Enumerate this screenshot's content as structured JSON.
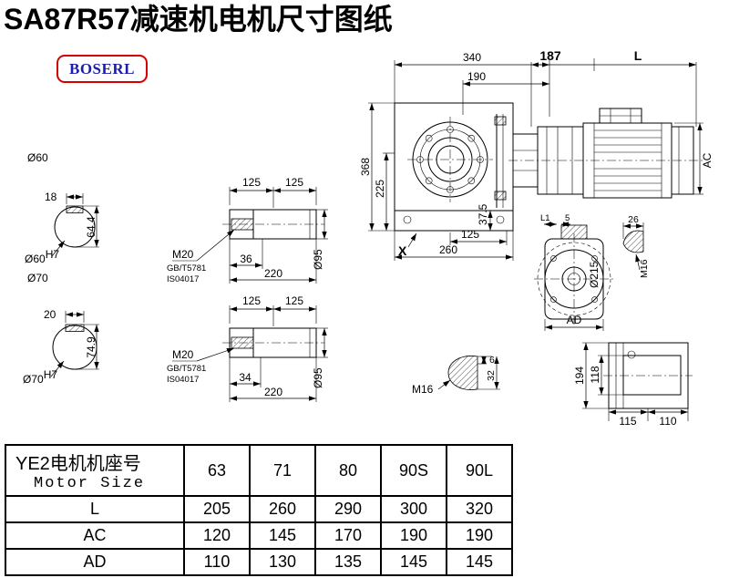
{
  "page": {
    "title": "SA87R57减速机电机尺寸图纸",
    "brand": "BOSERL"
  },
  "colors": {
    "title": "#000000",
    "brand_text": "#1c1cb0",
    "brand_border": "#d40000",
    "line": "#000000"
  },
  "shaft_section_60": {
    "dia": "Ø60",
    "key_width": "18",
    "key_height": "64.4",
    "fit_dia": "Ø60",
    "fit_tol": "H7"
  },
  "shaft_section_70": {
    "dia": "Ø70",
    "key_width": "20",
    "key_height": "74.9",
    "fit_dia": "Ø70",
    "fit_tol": "H7"
  },
  "shaft_view_1": {
    "dim_a": "125",
    "dim_b": "125",
    "thread": "M20",
    "std1": "GB/T5781",
    "std2": "IS04017",
    "thread_len": "36",
    "total_len": "220",
    "hub_dia": "Ø95"
  },
  "shaft_view_2": {
    "dim_a": "125",
    "dim_b": "125",
    "thread": "M20",
    "std1": "GB/T5781",
    "std2": "IS04017",
    "thread_len": "34",
    "total_len": "220",
    "hub_dia": "Ø95"
  },
  "gearbox": {
    "width_total": "340",
    "width_flange": "190",
    "height_total": "368",
    "height_center": "225",
    "foot_height": "37.5",
    "bottom_half": "125",
    "bottom_total": "260",
    "mark": "X"
  },
  "motor": {
    "adapter_len": "187",
    "length_label": "L",
    "ac_label": "AC"
  },
  "flange_view": {
    "l1": "L1",
    "dim5": "5",
    "dim26": "26",
    "m16": "M16",
    "dia215": "Ø215",
    "ad": "AD"
  },
  "shaft_end": {
    "dim6": "6",
    "dim32": "32",
    "m16": "M16"
  },
  "rear_view": {
    "h194": "194",
    "h118": "118",
    "w115": "115",
    "w110": "110"
  },
  "table": {
    "header": {
      "title_cn": "YE2电机机座号",
      "title_en": "Motor Size",
      "sizes": [
        "63",
        "71",
        "80",
        "90S",
        "90L"
      ]
    },
    "rows": [
      {
        "label": "L",
        "values": [
          "205",
          "260",
          "290",
          "300",
          "320"
        ]
      },
      {
        "label": "AC",
        "values": [
          "120",
          "145",
          "170",
          "190",
          "190"
        ]
      },
      {
        "label": "AD",
        "values": [
          "110",
          "130",
          "135",
          "145",
          "145"
        ]
      }
    ]
  }
}
